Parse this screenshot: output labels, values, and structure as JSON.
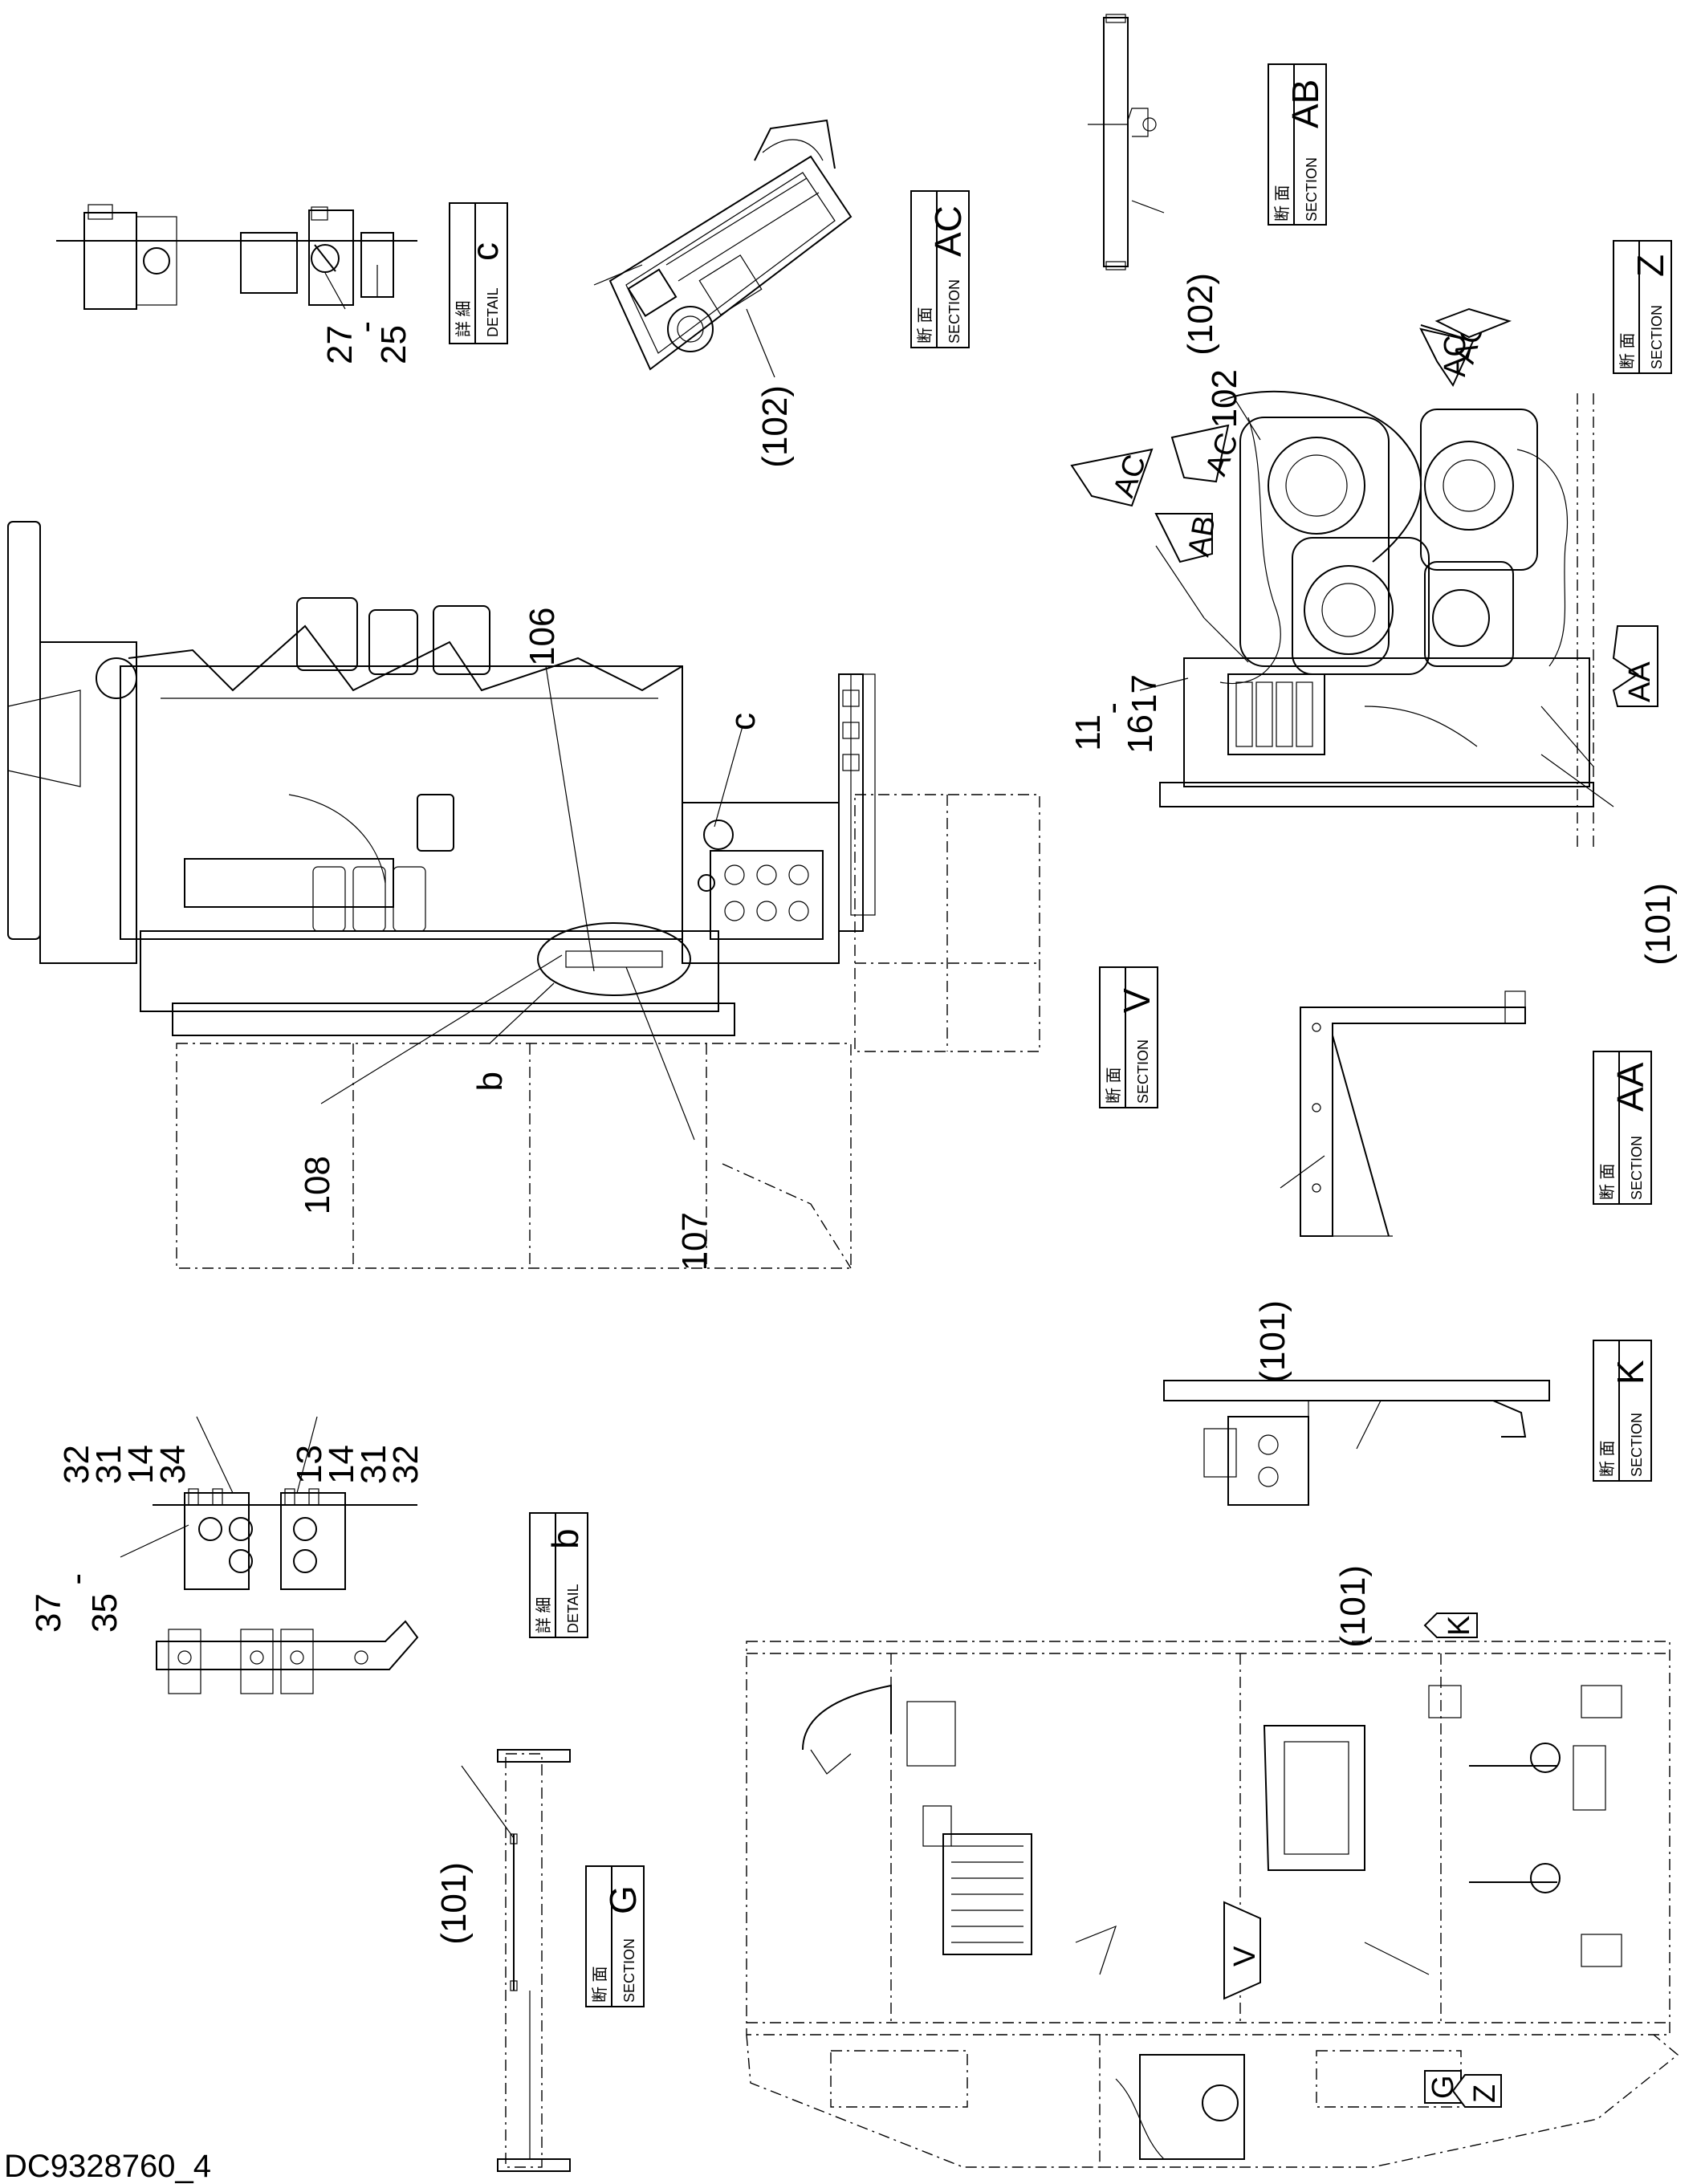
{
  "drawing_number": "DC9328760_4",
  "section_word_ja": "断 面",
  "section_word_en": "SECTION",
  "detail_word_ja": "詳 細",
  "detail_word_en": "DETAIL",
  "views": {
    "detail_c": "c",
    "section_ac": "AC",
    "section_ab": "AB",
    "section_z": "Z",
    "section_v": "V",
    "section_aa": "AA",
    "section_k": "K",
    "detail_b": "b",
    "section_g": "G"
  },
  "callouts": {
    "c_27": "27",
    "c_dash": "-",
    "c_25": "25",
    "ac_102": "(102)",
    "ab_102": "(102)",
    "z_102": "102",
    "z_17": "17",
    "z_11": "11",
    "z_dash": "-",
    "z_16": "16",
    "z_101": "(101)",
    "v_106": "106",
    "v_c": "c",
    "v_108": "108",
    "v_b": "b",
    "v_107": "107",
    "aa_101": "(101)",
    "k_101": "(101)",
    "b_32a": "32",
    "b_31a": "31",
    "b_14a": "14",
    "b_34": "34",
    "b_13": "13",
    "b_14b": "14",
    "b_31b": "31",
    "b_32b": "32",
    "b_37": "37",
    "b_35": "35",
    "g_101": "(101)"
  },
  "arrows": {
    "ac_1": "AC",
    "ac_2": "AC",
    "ac_3": "AC",
    "ab": "AB",
    "aa": "AA",
    "k": "K",
    "v": "V",
    "g": "G",
    "z": "Z"
  }
}
